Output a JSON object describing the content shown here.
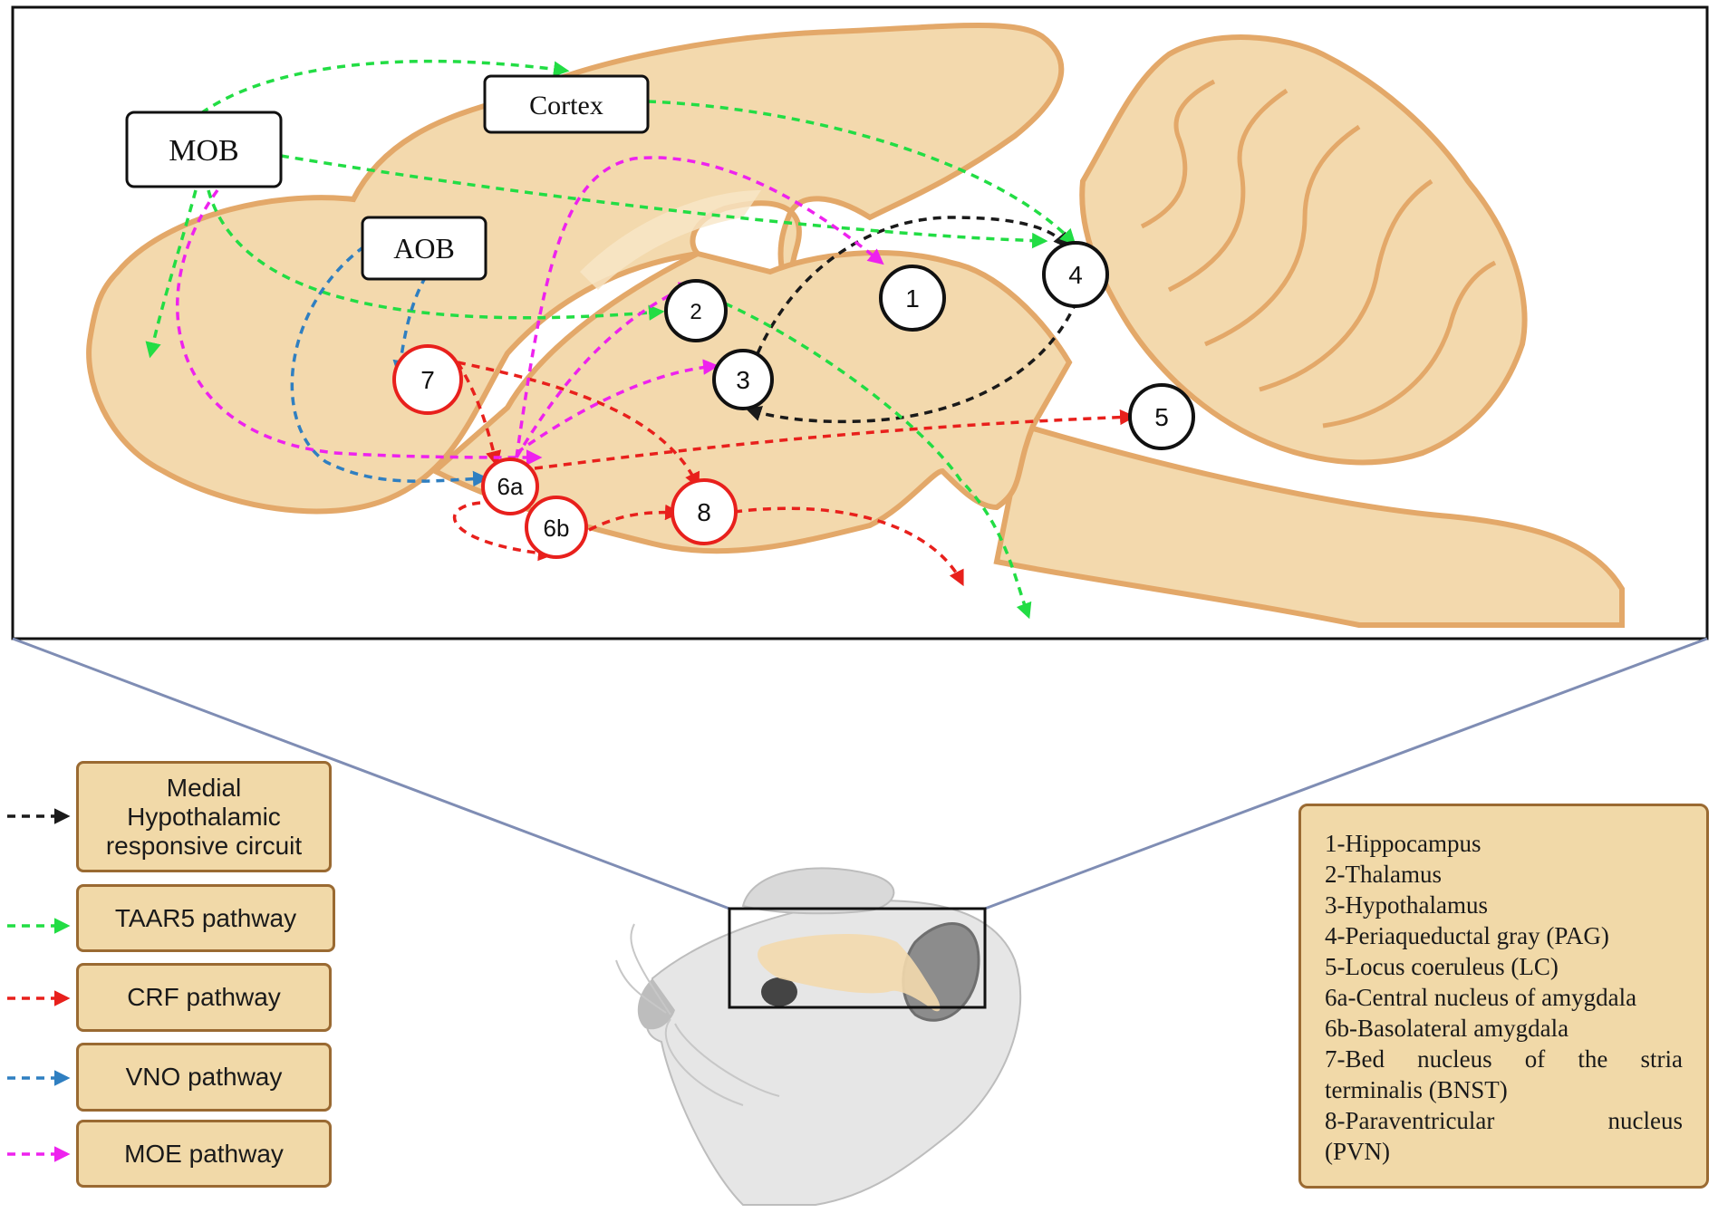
{
  "colors": {
    "medial_hypothalamic": "#1a1a1a",
    "taar5": "#22dd44",
    "crf": "#e8201c",
    "vno": "#2f7fc1",
    "moe": "#ee22ee",
    "brain_fill": "#f3d9ad",
    "brain_outline": "#e3a869",
    "legend_fill": "#f1d9a8",
    "legend_border": "#9a6a32"
  },
  "brain_labels": {
    "mob": "MOB",
    "cortex": "Cortex",
    "aob": "AOB"
  },
  "nodes": {
    "n1": "1",
    "n2": "2",
    "n3": "3",
    "n4": "4",
    "n5": "5",
    "n6a": "6a",
    "n6b": "6b",
    "n7": "7",
    "n8": "8"
  },
  "legend": {
    "medial_hypothalamic": "Medial Hypothalamic responsive circuit",
    "taar5": "TAAR5 pathway",
    "crf": "CRF pathway",
    "vno": "VNO pathway",
    "moe": "MOE pathway"
  },
  "key": {
    "l1": "1-Hippocampus",
    "l2": "2-Thalamus",
    "l3": "3-Hypothalamus",
    "l4": "4-Periaqueductal gray (PAG)",
    "l5": "5-Locus coeruleus (LC)",
    "l6a": "6a-Central nucleus of amygdala",
    "l6b": "6b-Basolateral amygdala",
    "l7a": "7-Bed nucleus of the stria",
    "l7b": "terminalis (BNST)",
    "l8a": "8-Paraventricular nucleus",
    "l8b": "(PVN)"
  }
}
